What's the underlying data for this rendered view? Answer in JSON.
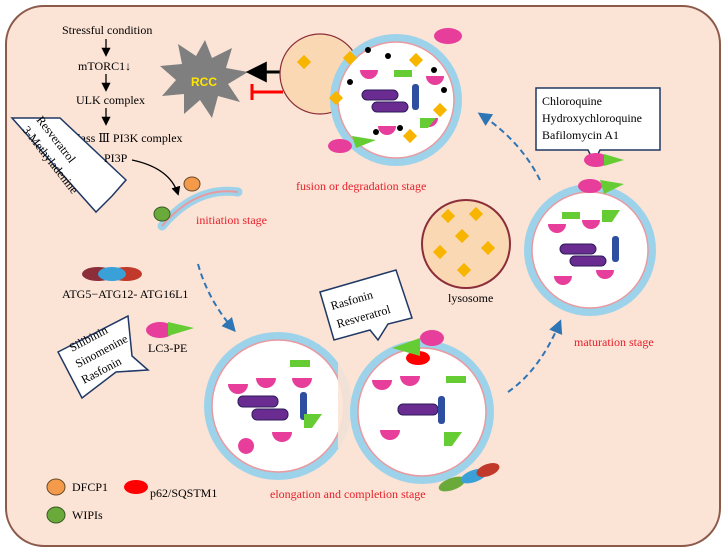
{
  "pathway": {
    "step1": "Stressful  condition",
    "step2": "mTORC1↓",
    "step3": "ULK complex",
    "step4": "class Ⅲ PI3K complex"
  },
  "rcc_label": "RCC",
  "pi3p_label": "PI3P",
  "stages": {
    "initiation": "initiation  stage",
    "elongation": "elongation  and completion  stage",
    "maturation": "maturation  stage",
    "fusion": "fusion  or  degradation  stage"
  },
  "atg_label": "ATG5−ATG12-  ATG16L1",
  "lc3_label": "LC3-PE",
  "lysosome_label": "lysosome",
  "callouts": {
    "inhibitors_left": [
      "Resveratrol",
      "3-Methyladenine"
    ],
    "inducers": [
      "Silibinin",
      "Sinomenine",
      "Rasfonin"
    ],
    "middle": [
      "Rasfonin",
      "Resveratrol"
    ],
    "lysosomal_inhibitors": [
      "Chloroquine",
      "Hydroxychloroquine",
      "Bafilomycin  A1"
    ]
  },
  "legend": {
    "dfcp1": "DFCP1",
    "wipis": "WIPIs",
    "p62": "p62/SQSTM1"
  },
  "colors": {
    "background": "#fbe3d6",
    "membrane": "#a9d6ea",
    "stage_text": "#e8202a",
    "arrow_dashed": "#2e75b6",
    "inhibit": "#ff0000"
  }
}
